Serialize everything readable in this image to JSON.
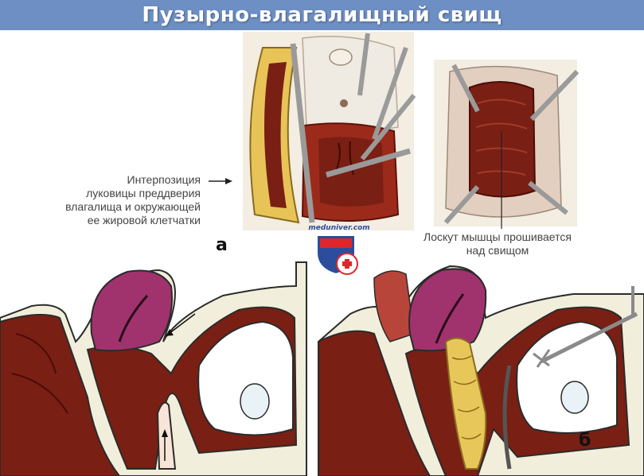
{
  "header": {
    "title": "Пузырно-влагалищный свищ"
  },
  "labels": {
    "interposition": [
      "Интерпозиция",
      "луковицы преддверия",
      "влагалища и окружающей",
      "ее жировой клетчатки"
    ],
    "flap": [
      "Лоскут мышцы прошивается",
      "над свищом"
    ],
    "panel_a": "а",
    "panel_b": "б"
  },
  "watermark": {
    "text": "meduniver.com",
    "cross_color": "#e0252b",
    "shield_color": "#2c4d9c"
  },
  "colors": {
    "header_bg": "#6d8fc4",
    "tissue_dark": "#7a1f14",
    "tissue_red": "#9c2a1a",
    "uterus_purple": "#a0336e",
    "fat_yellow": "#e8c75a",
    "bone_cream": "#f1eedb"
  }
}
